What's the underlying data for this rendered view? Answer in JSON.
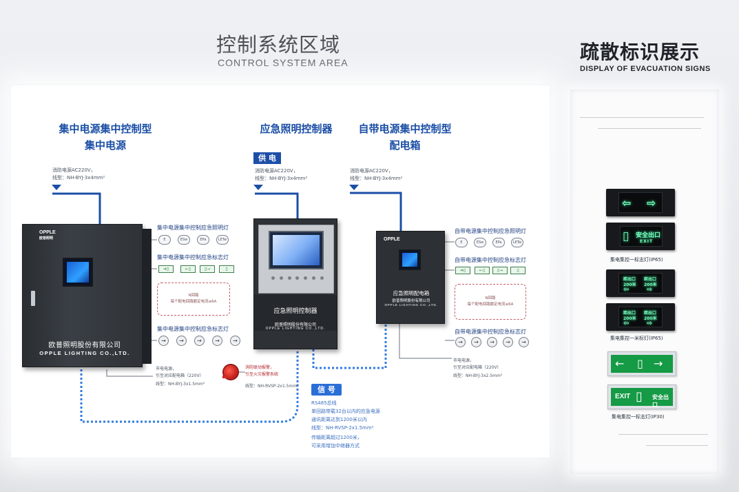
{
  "wall": {
    "area_title_cn": "控制系统区域",
    "area_title_en": "CONTROL SYSTEM AREA",
    "evac_title_cn": "疏散标识展示",
    "evac_title_en": "DISPLAY OF EVACUATION SIGNS"
  },
  "left_section": {
    "heading_line1": "集中电源集中控制型",
    "heading_line2": "集中电源",
    "note_line1": "消防电源AC220V，",
    "note_line2": "线型：NH-BYJ-3x4mm²",
    "row1_label": "集中电源集中控制应急照明灯",
    "row1_items": [
      "E",
      "ESw",
      "EPa",
      "LETw"
    ],
    "row2_label": "集中电源集中控制应急标志灯",
    "row3_label": "集中电源集中控制应急标志灯",
    "box_note_line1": "N回路",
    "box_note_line2": "每个配电回路额定电流≤6A",
    "bottom_note_line1": "市电电源，",
    "bottom_note_line2": "引至对应配电箱（220V）",
    "bottom_note_line3": "线型：NH-BYJ-3x1.5mm²"
  },
  "center_section": {
    "heading": "应急照明控制器",
    "supply_tag": "供 电",
    "note_line1": "消防电源AC220V，",
    "note_line2": "线型：NH-BYJ-3x4mm²",
    "alarm_note_line1": "消防联动报警，",
    "alarm_note_line2": "引至火灾报警系统",
    "alarm_note_line3": "线型：NH-RVSP-2x1.5mm²",
    "signal_tag": "信 号",
    "signal_line1": "RS485总线",
    "signal_line2": "单回路带载32台以内的应急电源",
    "signal_line3": "通讯距离达到1200米以内",
    "signal_line4": "线型：NH-RVSP-2x1.5mm²",
    "signal_line5": "传输距离超过1200米，",
    "signal_line6": "可采用增加中继器方式"
  },
  "right_section": {
    "heading_line1": "自带电源集中控制型",
    "heading_line2": "配电箱",
    "note_line1": "消防电源AC220V，",
    "note_line2": "线型：NH-BYJ-3x4mm²",
    "row1_label": "自带电源集中控制应急照明灯",
    "row1_items": [
      "E",
      "ESw",
      "EPa",
      "LETw"
    ],
    "row2_label": "自带电源集中控制应急标志灯",
    "row3_label": "自带电源集中控制应急标志灯",
    "box_note_line1": "N回路",
    "box_note_line2": "每个配电回路额定电流≤6A",
    "bottom_note_line1": "市电电源，",
    "bottom_note_line2": "引至对应配电箱（220V）",
    "bottom_note_line3": "线型：NH-BYJ-3x2.5mm²"
  },
  "cabinets": {
    "big_brand": "OPPLE",
    "big_brand_cn": "欧普照明",
    "big_company_cn": "欧普照明股份有限公司",
    "big_company_en": "OPPLE LIGHTING CO.,LTD.",
    "mid_label": "应急照明控制器",
    "mid_company_cn": "欧普照明股份有限公司",
    "mid_company_en": "OPPLE LIGHTING CO.,LTD.",
    "small_brand": "OPPLE",
    "small_label": "应急照明配电箱",
    "small_company_cn": "欧普照明股份有限公司",
    "small_company_en": "OPPLE LIGHTING CO.,LTD."
  },
  "evac_signs": {
    "sign2_text": "安全出口",
    "sign2_exit": "EXIT",
    "caption1": "集电集控一标志灯(IP65)",
    "sign3_left": "距出口",
    "sign3_left_dist": "200米",
    "sign3_right": "距出口",
    "sign3_right_dist": "200米",
    "sign4_left": "距出口",
    "sign4_left_dist": "200米",
    "sign4_right": "距出口",
    "sign4_right_dist": "200米",
    "caption2": "集电集控一米标灯(IP65)",
    "sign6_exit": "EXIT",
    "sign6_text": "安全出口",
    "caption3": "集电集控一标志灯(IP30)"
  },
  "colors": {
    "heading_blue": "#1b4ea6",
    "wire_blue": "#2f7be0",
    "sign_green": "#35ff9c"
  }
}
